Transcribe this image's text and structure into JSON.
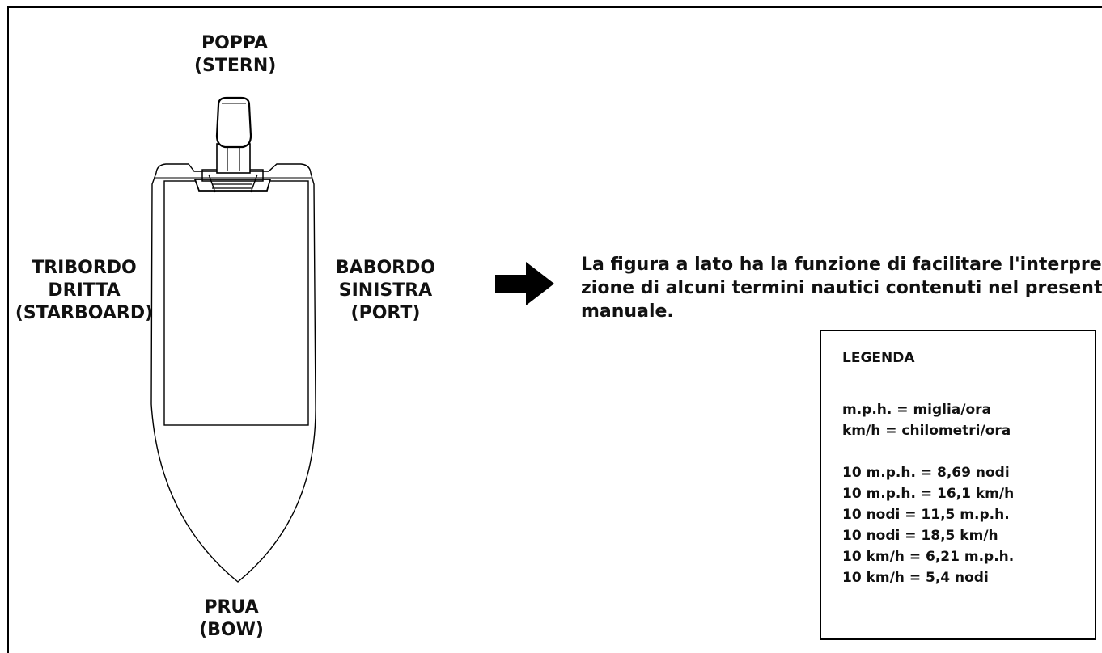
{
  "labels": {
    "stern": {
      "line1": "POPPA",
      "line2": "(STERN)"
    },
    "starboard": {
      "line1": "TRIBORDO",
      "line2": "DRITTA",
      "line3": "(STARBOARD)"
    },
    "port": {
      "line1": "BABORDO",
      "line2": "SINISTRA",
      "line3": "(PORT)"
    },
    "bow": {
      "line1": "PRUA",
      "line2": "(BOW)"
    }
  },
  "description": {
    "line1": "La figura a lato ha la funzione di facilitare l'interpreta-",
    "line2": "zione di alcuni termini nautici contenuti nel presente",
    "line3": "manuale."
  },
  "legend": {
    "title": "LEGENDA",
    "definitions": [
      "m.p.h. = miglia/ora",
      "km/h = chilometri/ora"
    ],
    "conversions": [
      "10 m.p.h. = 8,69 nodi",
      "10 m.p.h. = 16,1 km/h",
      "10 nodi = 11,5 m.p.h.",
      "10 nodi = 18,5 km/h",
      "10 km/h = 6,21 m.p.h.",
      "10 km/h = 5,4 nodi"
    ]
  },
  "icons": {
    "arrow": "arrow-right-icon",
    "boat": "boat-topview-icon"
  },
  "colors": {
    "line": "#000000",
    "background": "#ffffff"
  }
}
